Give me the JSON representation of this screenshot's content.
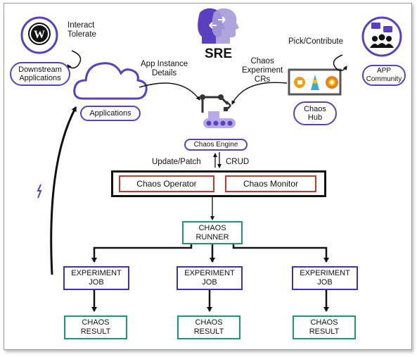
{
  "title": "SRE",
  "labels": {
    "interact_tolerate": "Interact\nTolerate",
    "pick_contribute": "Pick/Contribute",
    "app_instance_details": "App Instance\nDetails",
    "chaos_experiment_crs": "Chaos\nExperiment\nCRs",
    "update_patch": "Update/Patch",
    "crud": "CRUD"
  },
  "nodes": {
    "downstream_applications": "Downstream\nApplications",
    "applications": "Applications",
    "app_community": "APP\nCommunity",
    "chaos_hub": "Chaos\nHub",
    "chaos_engine": "Chaos Engine",
    "chaos_operator": "Chaos Operator",
    "chaos_monitor": "Chaos Monitor",
    "chaos_runner": "CHAOS\nRUNNER",
    "experiment_jobs": [
      "EXPERIMENT\nJOB",
      "EXPERIMENT\nJOB",
      "EXPERIMENT\nJOB"
    ],
    "chaos_results": [
      "CHAOS\nRESULT",
      "CHAOS\nRESULT",
      "CHAOS\nRESULT"
    ]
  },
  "colors": {
    "purple": "#5a3fc0",
    "dark_purple": "#4a2fa0",
    "green": "#1a9a6c",
    "red": "#c0392b",
    "black": "#111111"
  },
  "icons": [
    "wordpress-icon",
    "community-icon",
    "sre-heads-icon",
    "cloud-icon",
    "robot-arm-icon",
    "lightning-icon",
    "chaos-hub-charts-icon"
  ]
}
